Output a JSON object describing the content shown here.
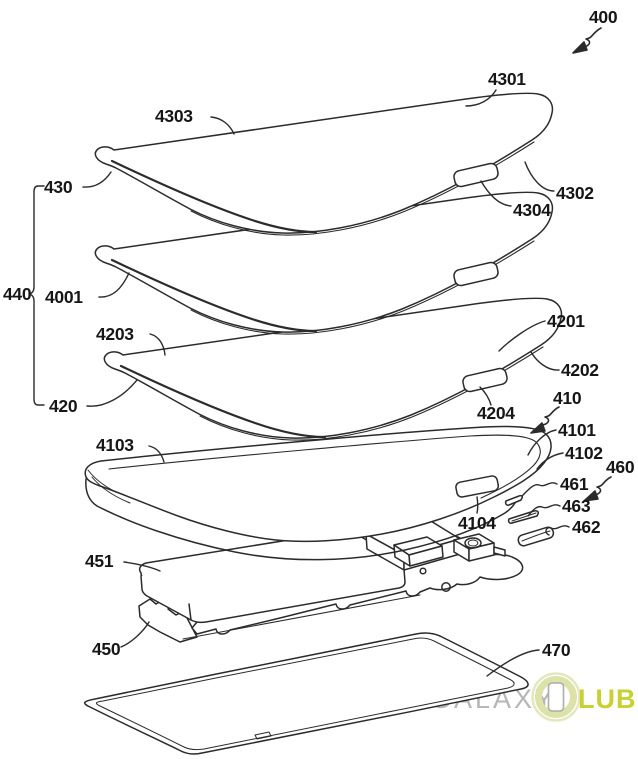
{
  "figure": {
    "type": "patent-exploded-view",
    "device": "smartphone layer stack",
    "labels": {
      "400": "400",
      "410": "410",
      "420": "420",
      "430": "430",
      "440": "440",
      "450": "450",
      "451": "451",
      "460": "460",
      "461": "461",
      "462": "462",
      "463": "463",
      "470": "470",
      "4001": "4001",
      "4101": "4101",
      "4102": "4102",
      "4103": "4103",
      "4104": "4104",
      "4201": "4201",
      "4202": "4202",
      "4203": "4203",
      "4204": "4204",
      "4301": "4301",
      "4302": "4302",
      "4303": "4303",
      "4304": "4304"
    }
  },
  "watermark": {
    "brand_left": "GALAXY",
    "brand_right": "LUB"
  },
  "colors": {
    "line": "#2b2b2b",
    "background": "#ffffff",
    "watermark_gray": "#b6b6b6",
    "watermark_green": "#c8d134",
    "watermark_ring": "#dce2a8"
  }
}
